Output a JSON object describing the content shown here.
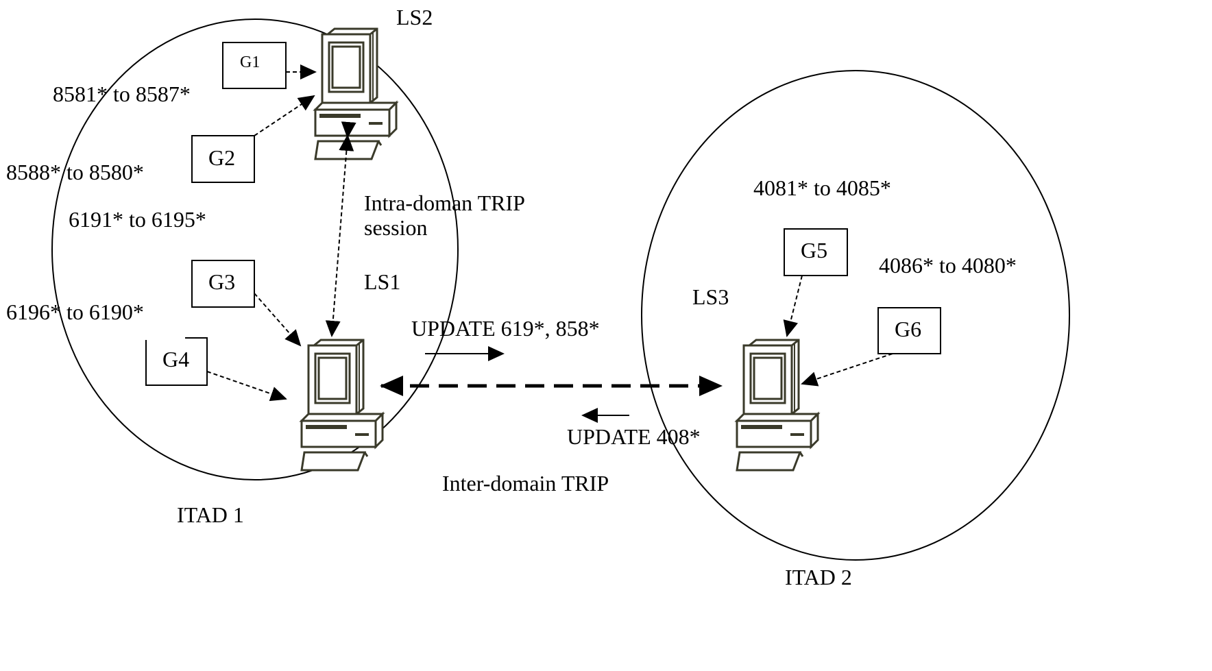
{
  "domains": [
    {
      "id": "itad1",
      "label": "ITAD 1"
    },
    {
      "id": "itad2",
      "label": "ITAD 2"
    }
  ],
  "servers": {
    "ls1": "LS1",
    "ls2": "LS2",
    "ls3": "LS3"
  },
  "gateways": {
    "g1": "G1",
    "g2": "G2",
    "g3": "G3",
    "g4": "G4",
    "g5": "G5",
    "g6": "G6"
  },
  "ranges": {
    "r1": "8581* to 8587*",
    "r2": "8588* to 8580*",
    "r3": "6191* to 6195*",
    "r4": "6196* to 6190*",
    "r5": "4081* to 4085*",
    "r6": "4086* to 4080*"
  },
  "sessions": {
    "intra_line1": "Intra-doman TRIP",
    "intra_line2": "session",
    "inter": "Inter-domain TRIP",
    "update_out": "UPDATE 619*, 858*",
    "update_in": "UPDATE 408*"
  },
  "colors": {
    "line": "#000000",
    "computer": "#3a3a2a",
    "background": "#ffffff"
  }
}
